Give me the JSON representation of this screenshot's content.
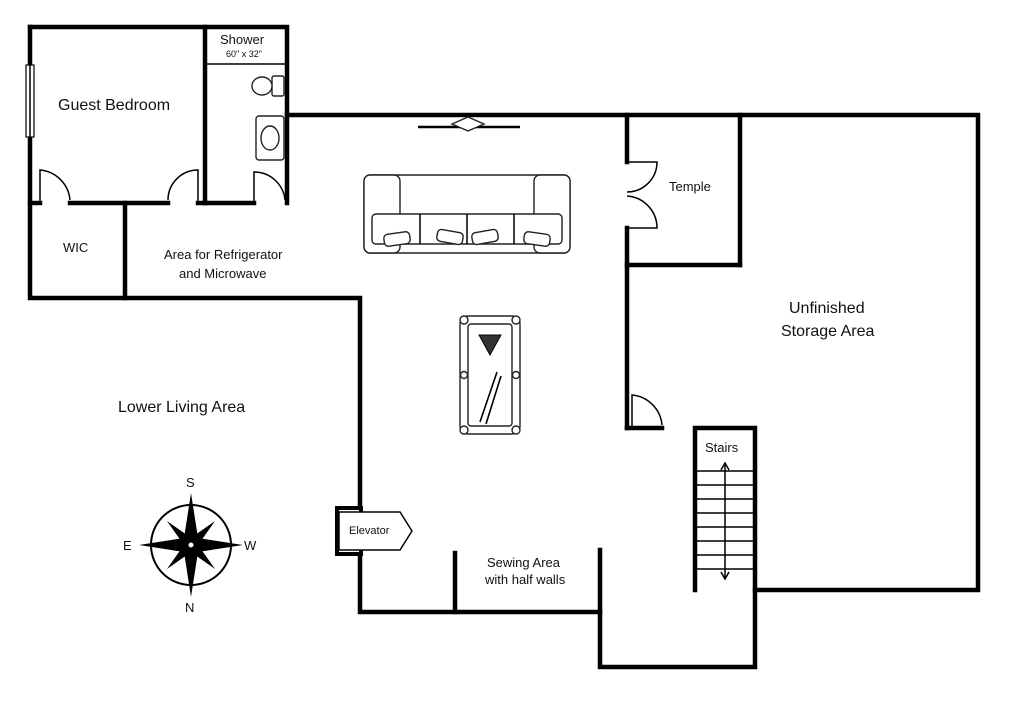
{
  "rooms": {
    "guest_bedroom": "Guest Bedroom",
    "shower": "Shower",
    "shower_size": "60\" x 32\"",
    "wic": "WIC",
    "fridge_area_line1": "Area for Refrigerator",
    "fridge_area_line2": "and Microwave",
    "temple": "Temple",
    "storage_line1": "Unfinished",
    "storage_line2": "Storage Area",
    "lower_living": "Lower Living Area",
    "stairs": "Stairs",
    "elevator": "Elevator",
    "sewing_line1": "Sewing Area",
    "sewing_line2": "with half walls"
  },
  "compass": {
    "top": "S",
    "bottom": "N",
    "left": "E",
    "right": "W"
  },
  "colors": {
    "wall": "#000000",
    "background": "#ffffff"
  }
}
